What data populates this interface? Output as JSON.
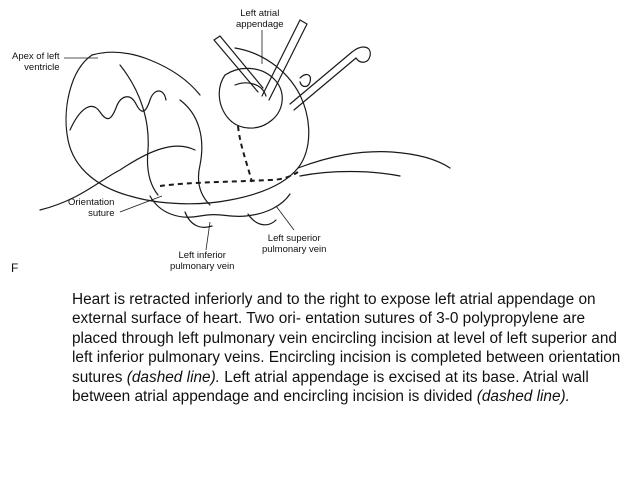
{
  "figure": {
    "labels": {
      "apex": "Apex of left\nventricle",
      "appendage": "Left atrial\nappendage",
      "orientation": "Orientation\nsuture",
      "superior_vein": "Left superior\npulmonary vein",
      "inferior_vein": "Left inferior\npulmonary vein"
    },
    "panel_letter": "F"
  },
  "caption": {
    "part1": "Heart is retracted inferiorly and to the right to expose left atrial appendage on external surface of heart. Two ori- entation sutures of 3-0 polypropylene are placed through left pulmonary vein encircling incision at level of left superior and left inferior pulmonary veins. Encircling incision is completed between orientation sutures ",
    "em1": "(dashed line).",
    "part2": " Left atrial appendage is excised at its base. Atrial wall between atrial appendage and encircling incision is divided ",
    "em2": "(dashed line)."
  }
}
